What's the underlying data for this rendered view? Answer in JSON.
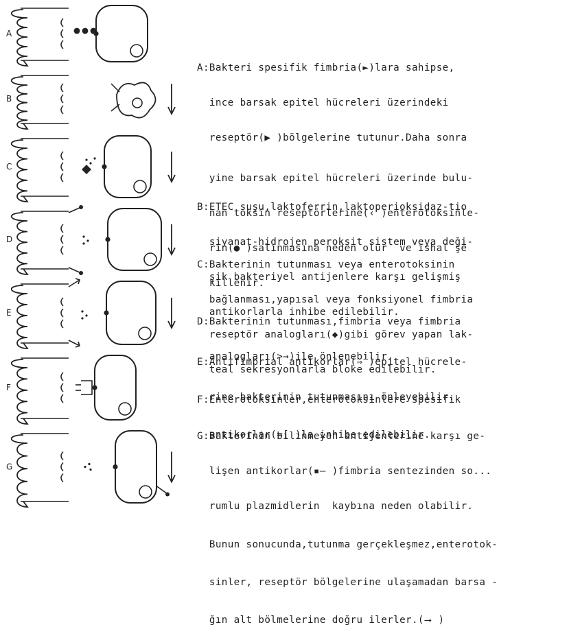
{
  "panels": [
    {
      "label": "A"
    },
    {
      "label": "B"
    },
    {
      "label": "C"
    },
    {
      "label": "D"
    },
    {
      "label": "E"
    },
    {
      "label": "F"
    },
    {
      "label": "G"
    }
  ],
  "paragraphs": [
    {
      "id": "A",
      "lines": [
        "A:Bakteri spesifik fimbria(►)lara sahipse,",
        "  ince barsak epitel hücreleri üzerindeki",
        "  reseptör(▶ )bölgelerine tutunur.Daha sonra",
        "  yine barsak epitel hücreleri üzerinde bulu-",
        "  nan toksin reseptörlerine(‹ )enterotoksinle-",
        "  rin(● )salınmasına neden olur  ve ishal şe",
        "  killenir."
      ]
    },
    {
      "id": "B",
      "lines": [
        "B:ETEC suşu,laktoferrin,laktoperioksidaz-tio",
        "  siyanat-hidrojen peroksit sistem veya deği-",
        "  şik bakteriyel antijenlere karşı gelişmiş",
        "  antikorlarla inhibe edilebilir."
      ]
    },
    {
      "id": "C",
      "lines": [
        "C:Bakterinin tutunması veya enterotoksinin",
        "  bağlanması,yapısal veya fonksiyonel fimbria",
        "  reseptör analogları(◆)gibi görev yapan lak-",
        "  teal sekresyonlarla bloke edilebilir."
      ]
    },
    {
      "id": "D",
      "lines": [
        "D:Bakterinin tutunması,fimbria veya fimbria",
        "  analogları(>→)ile önlenebilir."
      ]
    },
    {
      "id": "E",
      "lines": [
        "E:Antifimbrial antikorlar(⇒ )epitel hücrele-",
        "  rine bakterinin tutunmasını önleyebilir."
      ]
    },
    {
      "id": "F",
      "lines": [
        "F:Enterotoksinler,enterotoksinlere spesifik",
        "  antikorlar(=[ )la inhibe edilebilir."
      ]
    },
    {
      "id": "G",
      "lines": [
        "G:Bakterinin bilinmeyen antijenlerine karşı ge-",
        "  lişen antikorlar(▪— )fimbria sentezinden so...",
        "  rumlu plazmidlerin  kaybına neden olabilir.",
        "  Bunun sonucunda,tutunma gerçekleşmez,enterotok-",
        "  sinler, reseptör bölgelerine ulaşamadan barsa -",
        "  ğın alt bölmelerine doğru ilerler.(⭢ )"
      ]
    }
  ]
}
